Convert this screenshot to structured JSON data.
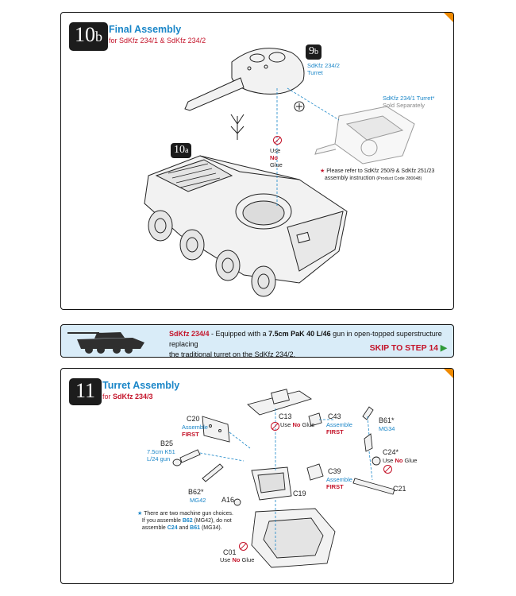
{
  "step10": {
    "badge_num": "10",
    "badge_letter": "b",
    "title": "Final Assembly",
    "subtitle_prefix": "for ",
    "subtitle_models": "SdKfz 234/1 & SdKfz 234/2",
    "sub_9b_num": "9",
    "sub_9b_letter": "b",
    "turret_label_line1": "SdKfz 234/2",
    "turret_label_line2": "Turret",
    "alt_turret_label": "SdKfz 234/1 Turret*",
    "alt_turret_note": "Sold Separately",
    "sub_10a_num": "10",
    "sub_10a_letter": "a",
    "use_no_glue_1": "Use",
    "use_no_glue_2": "No",
    "use_no_glue_3": "Glue",
    "refer_note_1": "Please refer to SdKfz 250/9 & SdKfz 251/23",
    "refer_note_2": "assembly instruction",
    "refer_note_code": "(Product Code 280048)"
  },
  "banner": {
    "model": "SdKfz 234/4",
    "text_a": " - Equipped with a ",
    "gun": "7.5cm PaK 40 L/46",
    "text_b": " gun in open-topped superstructure replacing",
    "line2": "the traditional turret on the SdKfz 234/2.",
    "skip": "SKIP TO STEP 14",
    "skip_arrow": "▶"
  },
  "step11": {
    "badge": "11",
    "title": "Turret Assembly",
    "subtitle_prefix": "for ",
    "subtitle_model": "SdKfz 234/3",
    "parts": {
      "c20": "C20",
      "c20_note1": "Assemble",
      "c20_note2": "FIRST",
      "b25": "B25",
      "b25_note1": "7.5cm K51",
      "b25_note2": "L/24 gun",
      "b62": "B62*",
      "b62_note": "MG42",
      "a16": "A16",
      "c13": "C13",
      "c13_note1": "Use",
      "c13_note2": "No",
      "c13_note3": "Glue",
      "c43": "C43",
      "c43_note1": "Assemble",
      "c43_note2": "FIRST",
      "c39": "C39",
      "c39_note1": "Assemble",
      "c39_note2": "FIRST",
      "c19": "C19",
      "b61": "B61*",
      "b61_note": "MG34",
      "c24": "C24*",
      "c24_note1": "Use",
      "c24_note2": "No",
      "c24_note3": "Glue",
      "c21": "C21",
      "c01": "C01",
      "c01_note1": "Use",
      "c01_note2": "No",
      "c01_note3": "Glue"
    },
    "note_line1": "There are two machine gun choices.",
    "note_line2a": "If you assemble ",
    "note_b62": "B62",
    "note_line2b": " (MG42), do not",
    "note_line3a": "assemble ",
    "note_c24": "C24",
    "note_and": " and ",
    "note_b61": "B61",
    "note_line3b": " (MG34)."
  }
}
